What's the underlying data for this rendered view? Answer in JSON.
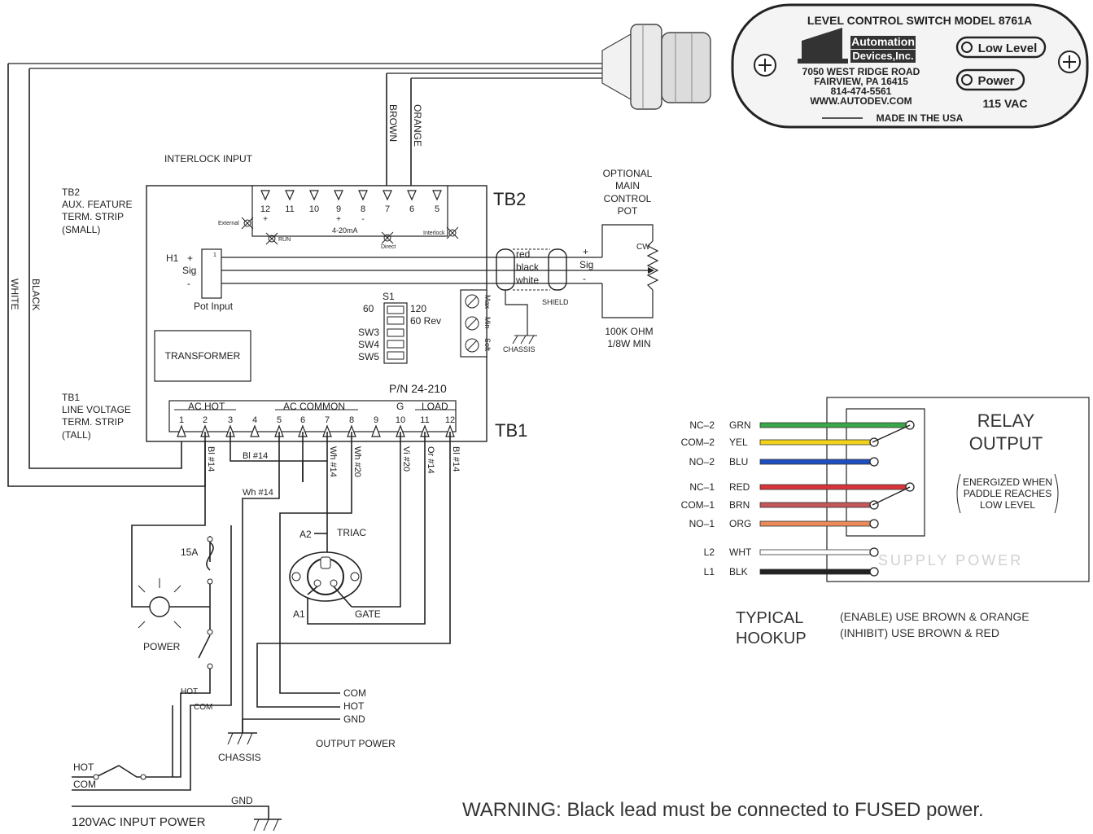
{
  "sensor": {
    "model": "LEVEL CONTROL SWITCH MODEL 8761A",
    "brand_line1": "Automation",
    "brand_line2": "Devices,Inc.",
    "address1": "7050 WEST RIDGE ROAD",
    "address2": "FAIRVIEW, PA 16415",
    "phone": "814-474-5561",
    "web": "WWW.AUTODEV.COM",
    "made": "MADE IN THE USA",
    "btn_low": "Low Level",
    "btn_power": "Power",
    "voltage": "115 VAC"
  },
  "labels": {
    "interlock_input": "INTERLOCK INPUT",
    "brown": "BROWN",
    "orange": "ORANGE",
    "white": "WHITE",
    "black": "BLACK",
    "tb2": "TB2",
    "tb1": "TB1",
    "tb2_desc1": "TB2",
    "tb2_desc2": "AUX. FEATURE",
    "tb2_desc3": "TERM. STRIP",
    "tb2_desc4": "(SMALL)",
    "tb1_desc1": "TB1",
    "tb1_desc2": "LINE VOLTAGE",
    "tb1_desc3": "TERM. STRIP",
    "tb1_desc4": "(TALL)",
    "external": "External",
    "run": "RUN",
    "ma": "4-20mA",
    "direct": "Direct",
    "interlock": "Interlock",
    "h1": "H1",
    "plus": "+",
    "sig": "Sig",
    "minus": "-",
    "pot_input": "Pot Input",
    "s1": "S1",
    "s1_60": "60",
    "s1_120": "120",
    "s1_60rev": "60 Rev",
    "sw3": "SW3",
    "sw4": "SW4",
    "sw5": "SW5",
    "max": "Max",
    "min": "Min",
    "soft": "Soft",
    "red": "red",
    "black_w": "black",
    "white_w": "white",
    "shield": "SHIELD",
    "chassis_small": "CHASSIS",
    "opt1": "OPTIONAL",
    "opt2": "MAIN",
    "opt3": "CONTROL",
    "opt4": "POT",
    "cw": "CW",
    "pot_plus": "+",
    "pot_sig": "Sig",
    "pot_minus": "-",
    "ohm1": "100K OHM",
    "ohm2": "1/8W MIN",
    "transformer": "TRANSFORMER",
    "pn": "P/N 24-210",
    "ac_hot": "AC HOT",
    "ac_common": "AC COMMON",
    "g": "G",
    "load": "LOAD",
    "bl14_a": "Bl #14",
    "bl14_b": "Bl #14",
    "wh14_a": "Wh #14",
    "wh14_b": "Wh #14",
    "wh20": "Wh #20",
    "vi20": "Vi #20",
    "or14": "Or #14",
    "bl14_c": "Bl #14",
    "fuse": "15A",
    "power": "POWER",
    "triac": "TRIAC",
    "a2": "A2",
    "a1": "A1",
    "gate": "GATE",
    "hot_sw": "HOT",
    "com_sw": "COM",
    "out_com": "COM",
    "out_hot": "HOT",
    "out_gnd": "GND",
    "output_power": "OUTPUT POWER",
    "chassis": "CHASSIS",
    "in_hot": "HOT",
    "in_com": "COM",
    "in_gnd": "GND",
    "input_power": "120VAC INPUT POWER",
    "relay1": "RELAY",
    "relay2": "OUTPUT",
    "energized1": "ENERGIZED WHEN",
    "energized2": "PADDLE REACHES",
    "energized3": "LOW LEVEL",
    "supply": "SUPPLY POWER",
    "typical1": "TYPICAL",
    "typical2": "HOOKUP",
    "enable": "(ENABLE) USE BROWN & ORANGE",
    "inhibit": "(INHIBIT) USE BROWN & RED",
    "warning": "WARNING: Black lead must be connected to FUSED power."
  },
  "tb2_terminals": [
    {
      "num": "12",
      "sub": "+"
    },
    {
      "num": "11",
      "sub": ""
    },
    {
      "num": "10",
      "sub": ""
    },
    {
      "num": "9",
      "sub": "+"
    },
    {
      "num": "8",
      "sub": "-"
    },
    {
      "num": "7",
      "sub": ""
    },
    {
      "num": "6",
      "sub": ""
    },
    {
      "num": "5",
      "sub": ""
    }
  ],
  "tb1_terminals": [
    "1",
    "2",
    "3",
    "4",
    "5",
    "6",
    "7",
    "8",
    "9",
    "10",
    "11",
    "12"
  ],
  "relay_wires": [
    {
      "pin": "NC–2",
      "color": "GRN",
      "hex": "#3aa84a"
    },
    {
      "pin": "COM–2",
      "color": "YEL",
      "hex": "#f2d21a"
    },
    {
      "pin": "NO–2",
      "color": "BLU",
      "hex": "#1f4fbf"
    },
    {
      "pin": "NC–1",
      "color": "RED",
      "hex": "#d8343a"
    },
    {
      "pin": "COM–1",
      "color": "BRN",
      "hex": "#c4575a"
    },
    {
      "pin": "NO–1",
      "color": "ORG",
      "hex": "#ec8a5a"
    },
    {
      "pin": "L2",
      "color": "WHT",
      "hex": "#ffffff"
    },
    {
      "pin": "L1",
      "color": "BLK",
      "hex": "#222222"
    }
  ]
}
